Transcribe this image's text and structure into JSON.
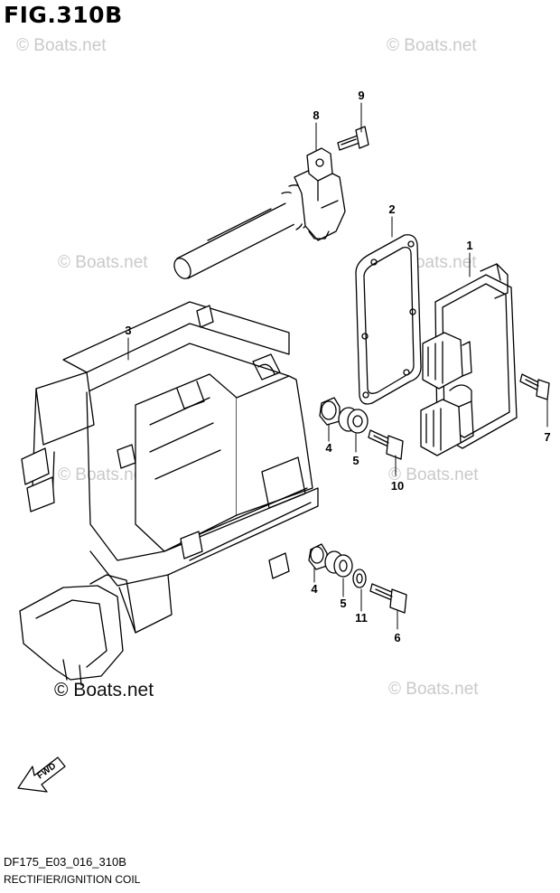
{
  "figure": {
    "title": "FIG.310B",
    "code": "DF175_E03_016_310B",
    "name": "RECTIFIER/IGNITION COIL"
  },
  "watermark": {
    "faint": "© Boats.net",
    "strong": "© Boats.net"
  },
  "direction": {
    "label": "FWD"
  },
  "callouts": {
    "c1": "1",
    "c2": "2",
    "c3": "3",
    "c4a": "4",
    "c4b": "4",
    "c5a": "5",
    "c5b": "5",
    "c6": "6",
    "c7": "7",
    "c8": "8",
    "c9": "9",
    "c10": "10",
    "c11": "11"
  }
}
